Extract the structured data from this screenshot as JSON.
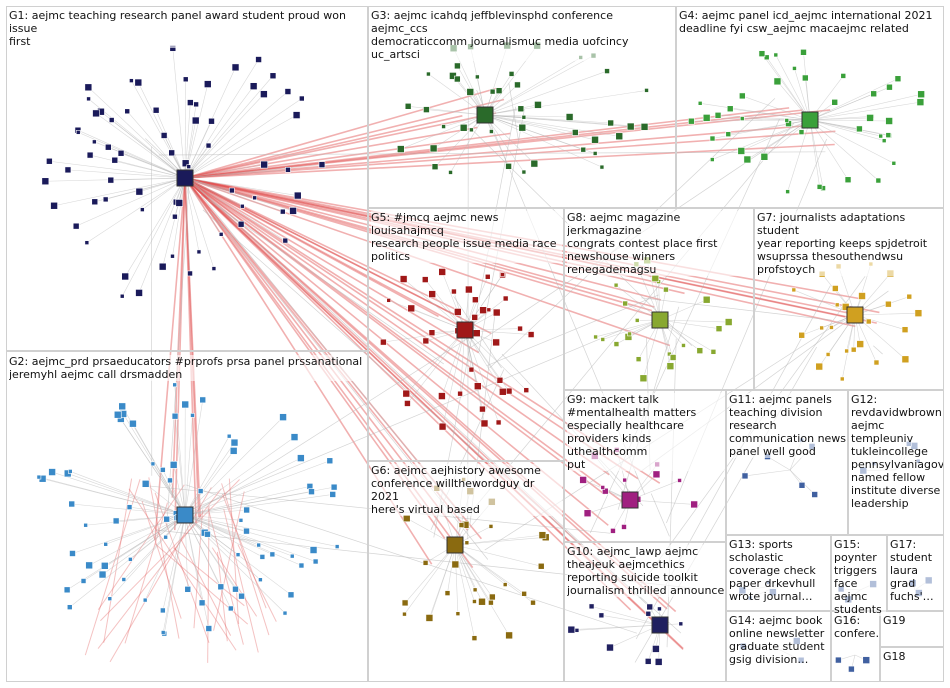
{
  "colors": {
    "box_border": "#d0d0d0",
    "edge_red": "#e05050",
    "edge_gray": "#b8b8b8",
    "G1": "#1a1a5a",
    "G2": "#3a8ac8",
    "G3": "#2a6a2a",
    "G4": "#3aa03a",
    "G5": "#a01818",
    "G6": "#8a6a10",
    "G7": "#d0a020",
    "G8": "#88a830",
    "G9": "#a02080",
    "G10": "#202060",
    "other": "#4060a0"
  },
  "groups": [
    {
      "id": "G1",
      "label": "G1: aejmc teaching research panel award student proud won issue\nfirst"
    },
    {
      "id": "G2",
      "label": "G2: aejmc_prd prsaeducators #prprofs prsa panel prssanational\njeremyhl aejmc call drsmadden"
    },
    {
      "id": "G3",
      "label": "G3: aejmc icahdq jeffblevinsphd conference aejmc_ccs\ndemocraticcomm journalismuc media uofcincy uc_artsci"
    },
    {
      "id": "G4",
      "label": "G4: aejmc panel icd_aejmc international 2021\ndeadline fyi csw_aejmc macaejmc related"
    },
    {
      "id": "G5",
      "label": "G5: #jmcq aejmc news louisahajmcq\nresearch people issue media race\npolitics"
    },
    {
      "id": "G8",
      "label": "G8: aejmc magazine jerkmagazine\ncongrats contest place first\nnewshouse winners\nrenegademagsu"
    },
    {
      "id": "G7",
      "label": "G7: journalists adaptations student\nyear reporting keeps spjdetroit\nwsuprssa thesouthendwsu\nprofstoych"
    },
    {
      "id": "G6",
      "label": "G6: aejmc aejhistory awesome\nconference willthewordguy dr 2021\nhere's virtual based"
    },
    {
      "id": "G9",
      "label": "G9: mackert talk\n#mentalhealth matters\nespecially healthcare\nproviders kinds uthealthcomm\nput"
    },
    {
      "id": "G11",
      "label": "G11: aejmc panels\nteaching division\nresearch\ncommunication news\npanel well good"
    },
    {
      "id": "G12",
      "label": "G12:\nrevdavidwbrown\naejmc templeuniv\ntukleincollege\npennsylvaniagov\nnamed fellow\ninstitute diverse\nleadership"
    },
    {
      "id": "G10",
      "label": "G10: aejmc_lawp aejmc\ntheajeuk aejmcethics\nreporting suicide toolkit\njournalism thrilled announce"
    },
    {
      "id": "G13",
      "label": "G13: sports\nscholastic\ncoverage check\npaper drkevhull\nwrote journal…"
    },
    {
      "id": "G15",
      "label": "G15:\npoynter\ntriggers\nface aejmc\nstudents"
    },
    {
      "id": "G17",
      "label": "G17:\nstudent\nlaura\ngrad\nfuchs'…"
    },
    {
      "id": "G14",
      "label": "G14: aejmc book\nonline newsletter\ngraduate student\ngsig division…"
    },
    {
      "id": "G16",
      "label": "G16:\nconfere…"
    },
    {
      "id": "G19",
      "label": "G19"
    },
    {
      "id": "G18",
      "label": "G18"
    }
  ]
}
